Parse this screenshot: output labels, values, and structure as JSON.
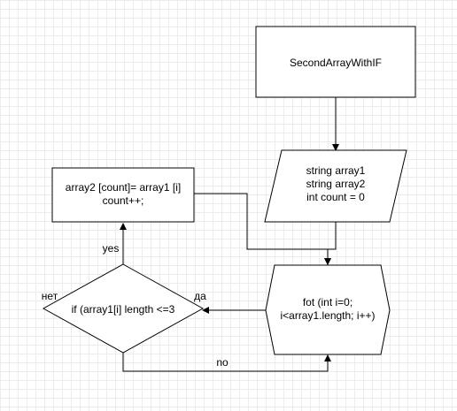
{
  "nodes": {
    "start": {
      "label": "SecondArrayWithIF"
    },
    "declare": {
      "lines": [
        "string array1",
        "string array2",
        "int count = 0"
      ]
    },
    "loop": {
      "lines": [
        "fot (int i=0;",
        "i<array1.length; i++)"
      ]
    },
    "condition": {
      "label": "if (array1[i] length <=3"
    },
    "assign": {
      "lines": [
        "array2 [count]= array1 [i]",
        "count++;"
      ]
    }
  },
  "edge_labels": {
    "yes": "yes",
    "no": "no",
    "net": "нет",
    "da": "да"
  },
  "colors": {
    "stroke": "#000000",
    "fill": "#ffffff",
    "grid": "#ececec"
  }
}
